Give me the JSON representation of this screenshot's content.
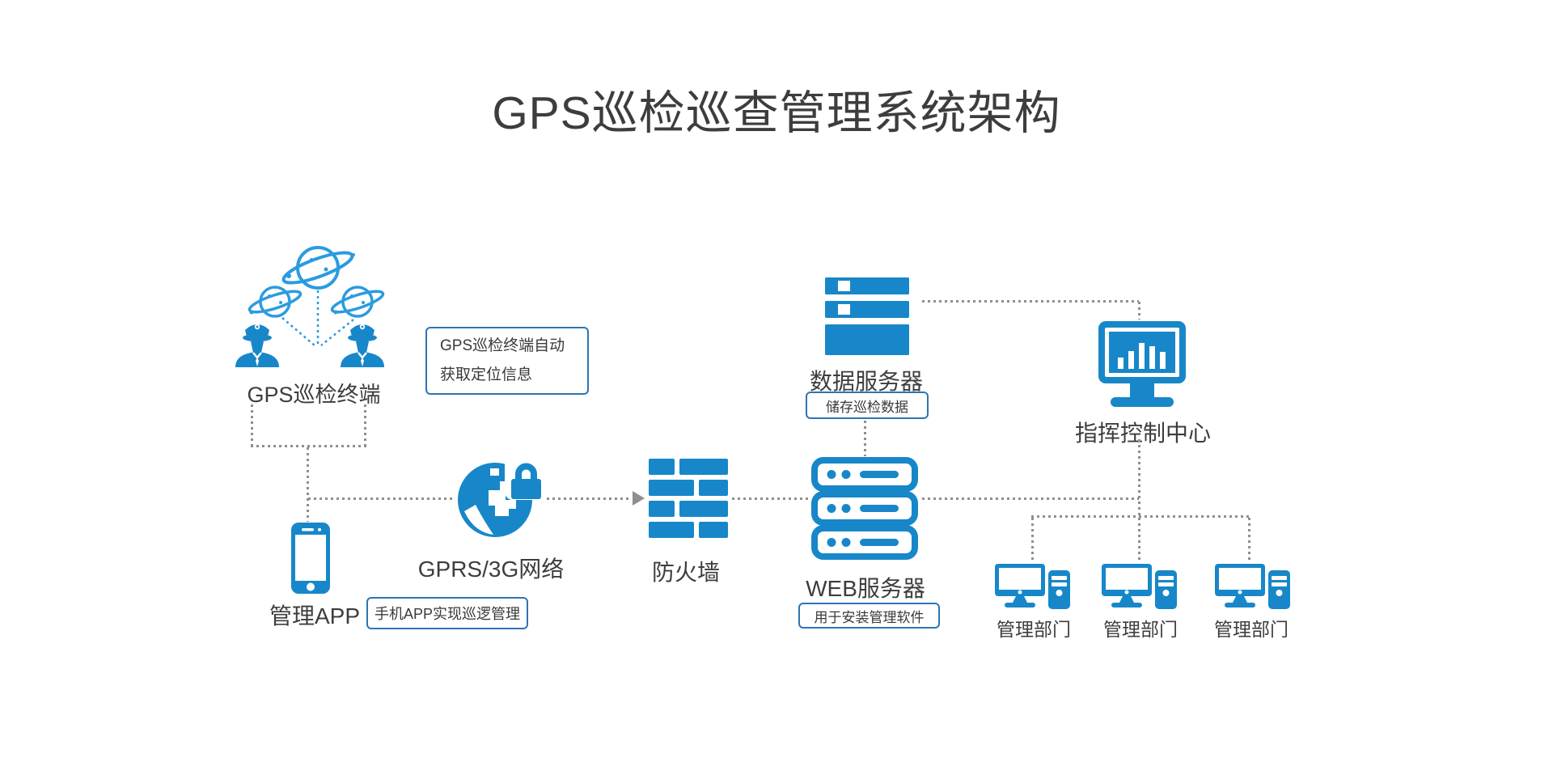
{
  "title": "GPS巡检巡查管理系统架构",
  "colors": {
    "primary_blue": "#1787c9",
    "satellite_blue": "#2b9be0",
    "line_gray": "#8f8f8f",
    "text_dark": "#3d3d3d",
    "box_border_blue": "#2e74b5"
  },
  "icons": [
    "satellite-icon",
    "police-officer-icon",
    "smartphone-icon",
    "globe-lock-icon",
    "firewall-icon",
    "web-server-icon",
    "database-server-icon",
    "monitor-chart-icon",
    "desktop-computer-icon",
    "arrow-right-icon"
  ],
  "nodes": {
    "gps_terminal": {
      "label": "GPS巡检终端"
    },
    "management_app": {
      "label": "管理APP"
    },
    "network": {
      "label": "GPRS/3G网络"
    },
    "firewall": {
      "label": "防火墙"
    },
    "web_server": {
      "label": "WEB服务器"
    },
    "data_server": {
      "label": "数据服务器"
    },
    "command_center": {
      "label": "指挥控制中心"
    },
    "departments": [
      {
        "label": "管理部门"
      },
      {
        "label": "管理部门"
      },
      {
        "label": "管理部门"
      }
    ]
  },
  "notes": {
    "terminal_note_line1": "GPS巡检终端自动",
    "terminal_note_line2": "获取定位信息",
    "app_note": "手机APP实现巡逻管理",
    "data_server_note": "储存巡检数据",
    "web_server_note": "用于安装管理软件"
  }
}
